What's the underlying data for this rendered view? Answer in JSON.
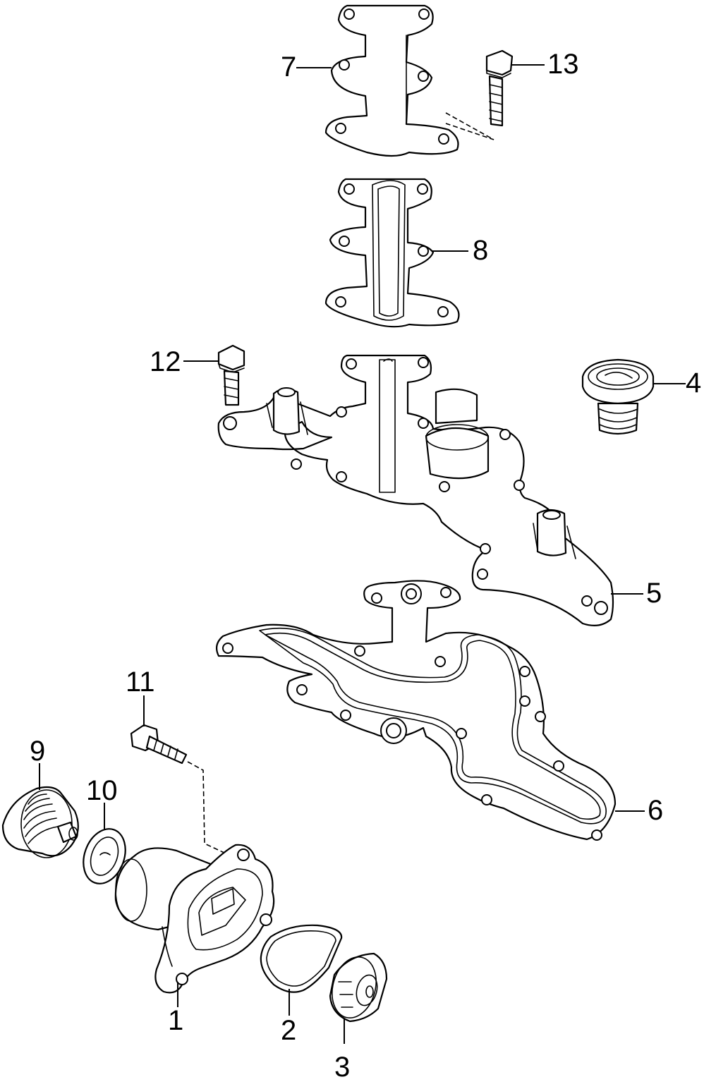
{
  "diagram": {
    "background": "#ffffff",
    "line_color": "#000000",
    "callouts": [
      {
        "id": "1",
        "label": "1"
      },
      {
        "id": "2",
        "label": "2"
      },
      {
        "id": "3",
        "label": "3"
      },
      {
        "id": "4",
        "label": "4"
      },
      {
        "id": "5",
        "label": "5"
      },
      {
        "id": "6",
        "label": "6"
      },
      {
        "id": "7",
        "label": "7"
      },
      {
        "id": "8",
        "label": "8"
      },
      {
        "id": "9",
        "label": "9"
      },
      {
        "id": "10",
        "label": "10"
      },
      {
        "id": "11",
        "label": "11"
      },
      {
        "id": "12",
        "label": "12"
      },
      {
        "id": "13",
        "label": "13"
      }
    ]
  }
}
